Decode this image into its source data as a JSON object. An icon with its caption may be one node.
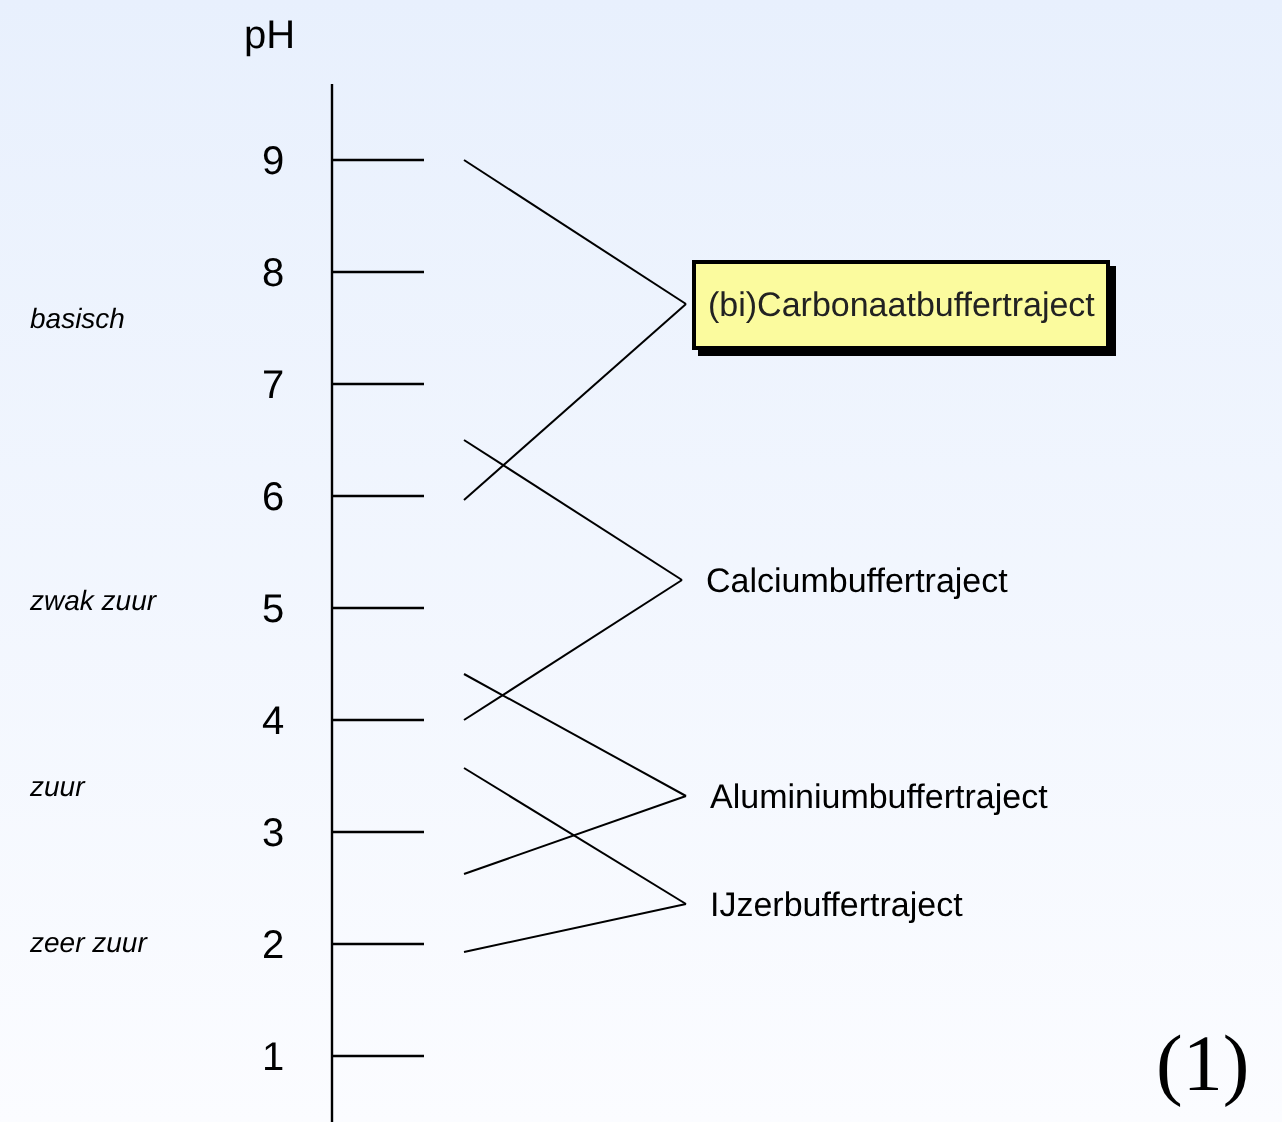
{
  "diagram": {
    "nodes": [
      {
        "text": [
          "(bi)Carbonaatbuffertraject"
        ]
      },
      {
        "text": [
          "Calciumbuffertraject"
        ]
      },
      {
        "text": [
          "Aluminiumbuffertraject"
        ]
      },
      {
        "text": [
          "IJzerbuffertraject"
        ]
      }
    ],
    "edges": [
      {
        "from": null,
        "to": 0,
        "arrow": "none"
      },
      {
        "from": null,
        "to": 0,
        "arrow": "none"
      },
      {
        "from": null,
        "to": 1,
        "arrow": "none"
      },
      {
        "from": null,
        "to": 1,
        "arrow": "none"
      },
      {
        "from": null,
        "to": 2,
        "arrow": "none"
      },
      {
        "from": null,
        "to": 2,
        "arrow": "none"
      },
      {
        "from": null,
        "to": 3,
        "arrow": "none"
      },
      {
        "from": null,
        "to": 3,
        "arrow": "none"
      }
    ],
    "labels": [
      "pH",
      "9",
      "8",
      "basisch",
      "7",
      "6",
      "zwak zuur",
      "5",
      "4",
      "zuur",
      "3",
      "zeer zuur",
      "2",
      "1",
      "(1)"
    ]
  }
}
